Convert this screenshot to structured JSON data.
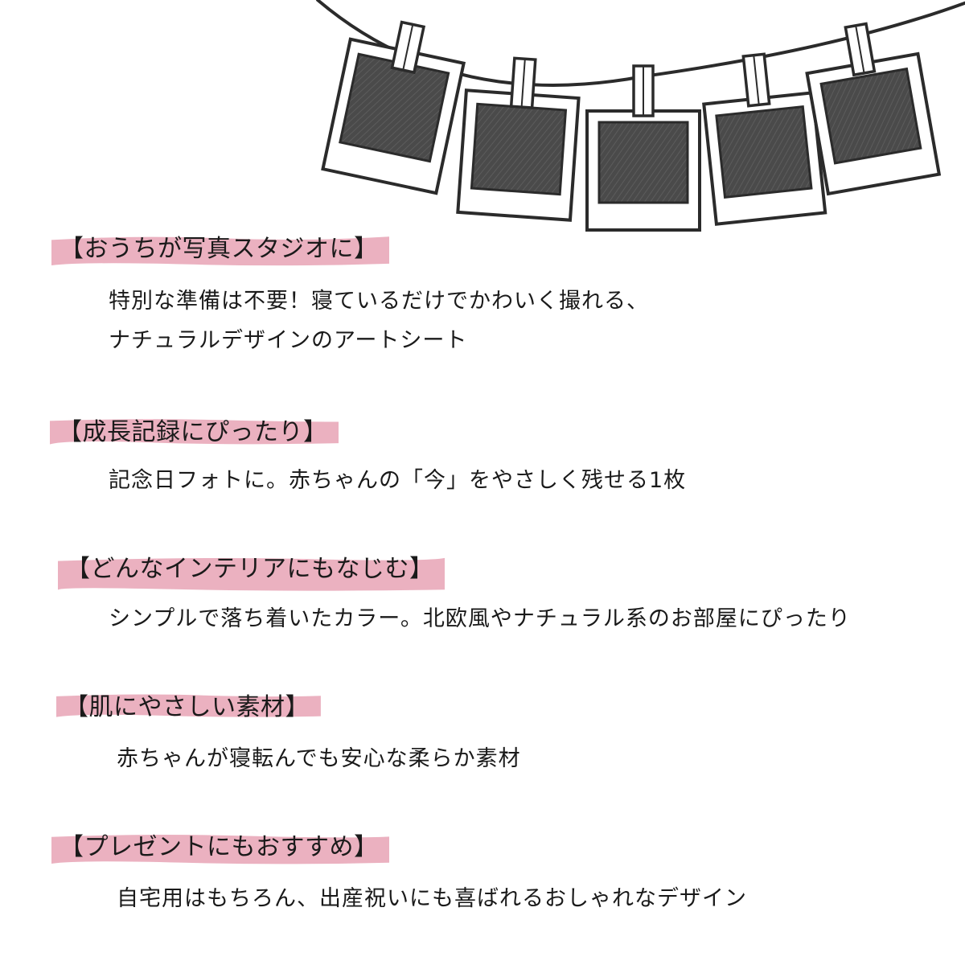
{
  "colors": {
    "highlight": "#e8a3b5",
    "ink": "#2b2b2b",
    "photo_fill": "#4a4a4a",
    "text": "#1a1a1a"
  },
  "illustration": {
    "icon": "hanging-photos-garland-icon",
    "photo_count": 5
  },
  "features": [
    {
      "heading": "【おうちが写真スタジオに】",
      "lines": [
        "特別な準備は不要！寝ているだけでかわいく撮れる、",
        "ナチュラルデザインのアートシート"
      ]
    },
    {
      "heading": "【成長記録にぴったり】",
      "lines": [
        "記念日フォトに。赤ちゃんの「今」をやさしく残せる1枚"
      ]
    },
    {
      "heading": "【どんなインテリアにもなじむ】",
      "lines": [
        "シンプルで落ち着いたカラー。北欧風やナチュラル系のお部屋にぴったり"
      ]
    },
    {
      "heading": "【肌にやさしい素材】",
      "lines": [
        "赤ちゃんが寝転んでも安心な柔らか素材"
      ]
    },
    {
      "heading": "【プレゼントにもおすすめ】",
      "lines": [
        "自宅用はもちろん、出産祝いにも喜ばれるおしゃれなデザイン"
      ]
    }
  ]
}
